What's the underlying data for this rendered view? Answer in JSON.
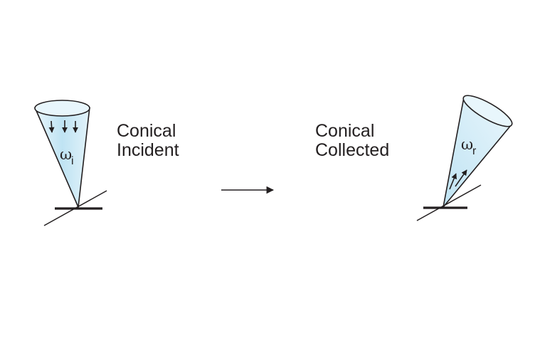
{
  "left_panel": {
    "line1": "Conical",
    "line2": "Incident",
    "symbol": "ω",
    "subscript": "i"
  },
  "right_panel": {
    "line1": "Conical",
    "line2": "Collected",
    "symbol": "ω",
    "subscript": "r"
  },
  "colors": {
    "cone_fill": "#c8e8f5",
    "cone_fill_light": "#e6f5fb",
    "stroke": "#231f20"
  }
}
